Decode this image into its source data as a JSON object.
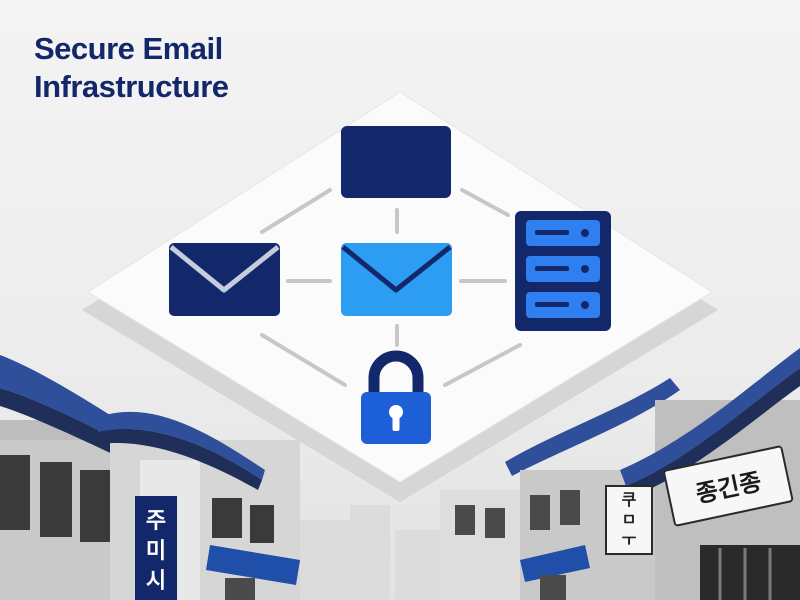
{
  "header": {
    "title_line1": "Secure Email",
    "title_line2": "Infrastructure"
  },
  "signs": {
    "left_vertical": [
      "주",
      "미",
      "시"
    ],
    "right_vertical": [
      "쿠",
      "ㅁ",
      "ㅜ"
    ],
    "right_horizontal": "종긴종"
  },
  "icons": {
    "top": "message-box-icon",
    "left": "envelope-icon",
    "center": "envelope-icon",
    "right": "server-rack-icon",
    "bottom": "padlock-icon"
  },
  "colors": {
    "navy": "#13286b",
    "mid_blue": "#1c5fd6",
    "light_blue": "#2d9cf3",
    "connector": "#c7c7c7",
    "platform": "#fbfbfb"
  }
}
